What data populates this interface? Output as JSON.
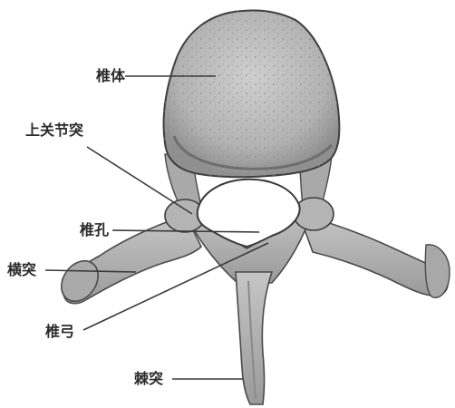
{
  "labels": {
    "vertebral_body": "椎体",
    "superior_articular_process": "上关节突",
    "vertebral_foramen": "椎孔",
    "transverse_process": "横突",
    "vertebral_arch": "椎弓",
    "spinous_process": "棘突"
  },
  "colors": {
    "bone_fill": "#bcbcbc",
    "bone_dark": "#8c8c8c",
    "bone_light": "#dcdcdc",
    "outline": "#4a4a4a",
    "leader_line": "#3a3a3a",
    "label_text": "#2a2a2a"
  }
}
